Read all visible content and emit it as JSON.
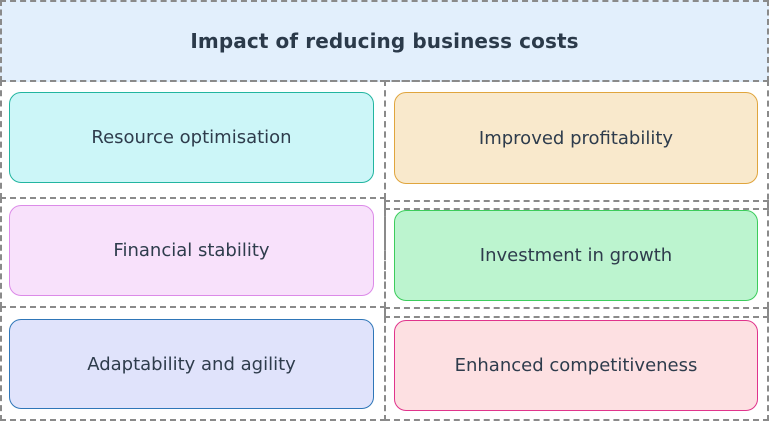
{
  "title": "Impact of reducing business costs",
  "items": [
    {
      "label": "Resource optimisation",
      "fill": "#ccf6f8",
      "border": "#22b5a0"
    },
    {
      "label": "Improved profitability",
      "fill": "#f9e9cc",
      "border": "#e0a53d"
    },
    {
      "label": "Financial stability",
      "fill": "#f8e1fb",
      "border": "#dc8ae8"
    },
    {
      "label": "Investment in growth",
      "fill": "#bcf4cf",
      "border": "#3ccc5c"
    },
    {
      "label": "Adaptability and agility",
      "fill": "#e0e3fb",
      "border": "#2f76b8"
    },
    {
      "label": "Enhanced competitiveness",
      "fill": "#fde0e2",
      "border": "#e0348c"
    }
  ],
  "colors": {
    "header_bg": "#e2effc",
    "dashed_border": "#8a8a8a",
    "text": "#2e3c4c"
  }
}
